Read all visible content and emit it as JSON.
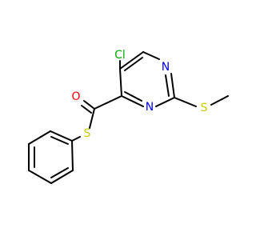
{
  "molecule": {
    "atoms": [
      {
        "id": "Cl",
        "label": "Cl",
        "color": "#00AA00"
      },
      {
        "id": "N1",
        "label": "N",
        "color": "#0000FF"
      },
      {
        "id": "N3",
        "label": "N",
        "color": "#0000FF"
      },
      {
        "id": "O",
        "label": "O",
        "color": "#FF0000"
      },
      {
        "id": "S_thioester",
        "label": "S",
        "color": "#CCCC00"
      },
      {
        "id": "S_methylthio",
        "label": "S",
        "color": "#CCCC00"
      }
    ]
  }
}
